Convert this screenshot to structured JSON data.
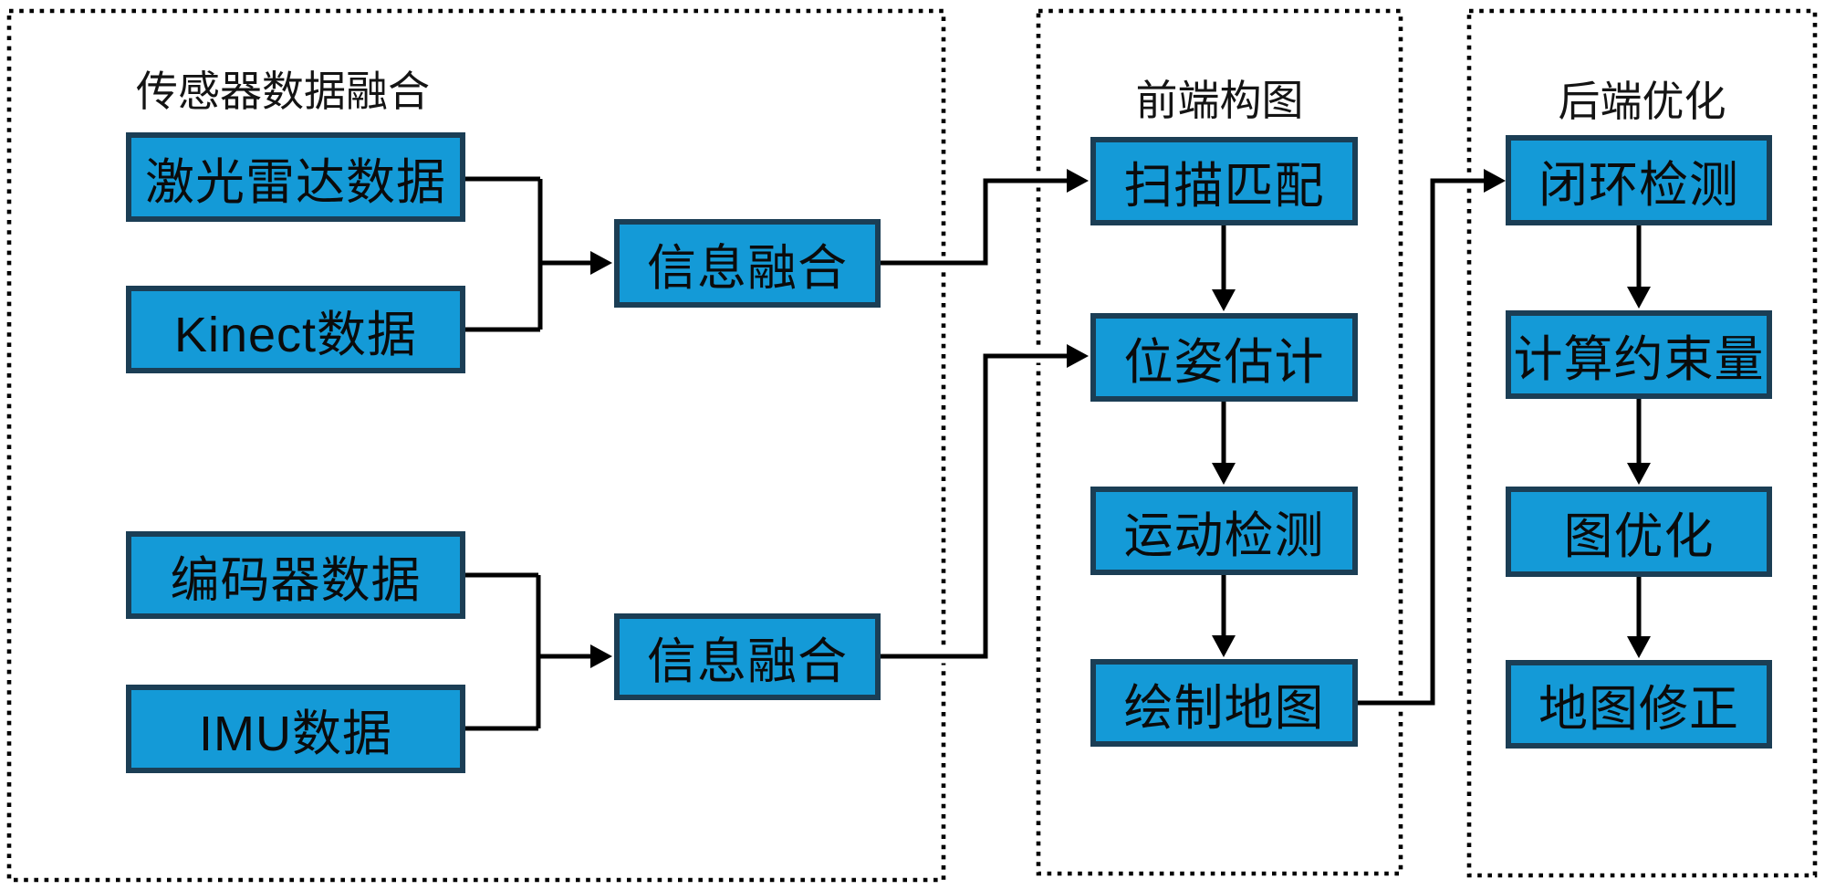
{
  "diagram": {
    "type": "flowchart",
    "colors": {
      "node_fill": "#149AD7",
      "node_border": "#1B3E55",
      "connector": "#000000",
      "panel_border": "#000000",
      "background": "#ffffff"
    },
    "panels": [
      {
        "id": "sensor-fusion",
        "title": "传感器数据融合"
      },
      {
        "id": "front-end",
        "title": "前端构图"
      },
      {
        "id": "back-end",
        "title": "后端优化"
      }
    ],
    "nodes": {
      "lidar": "激光雷达数据",
      "kinect": "Kinect数据",
      "fusion1": "信息融合",
      "encoder": "编码器数据",
      "imu": "IMU数据",
      "fusion2": "信息融合",
      "scan": "扫描匹配",
      "pose": "位姿估计",
      "motion": "运动检测",
      "map": "绘制地图",
      "loop": "闭环检测",
      "constraint": "计算约束量",
      "graphopt": "图优化",
      "mapfix": "地图修正"
    },
    "edges": [
      "激光雷达数据+Kinect数据 -> 信息融合",
      "编码器数据+IMU数据 -> 信息融合",
      "信息融合(上) -> 扫描匹配",
      "信息融合(下) -> 位姿估计",
      "扫描匹配 -> 位姿估计",
      "位姿估计 -> 运动检测",
      "运动检测 -> 绘制地图",
      "绘制地图 -> 闭环检测",
      "闭环检测 -> 计算约束量",
      "计算约束量 -> 图优化",
      "图优化 -> 地图修正"
    ]
  }
}
